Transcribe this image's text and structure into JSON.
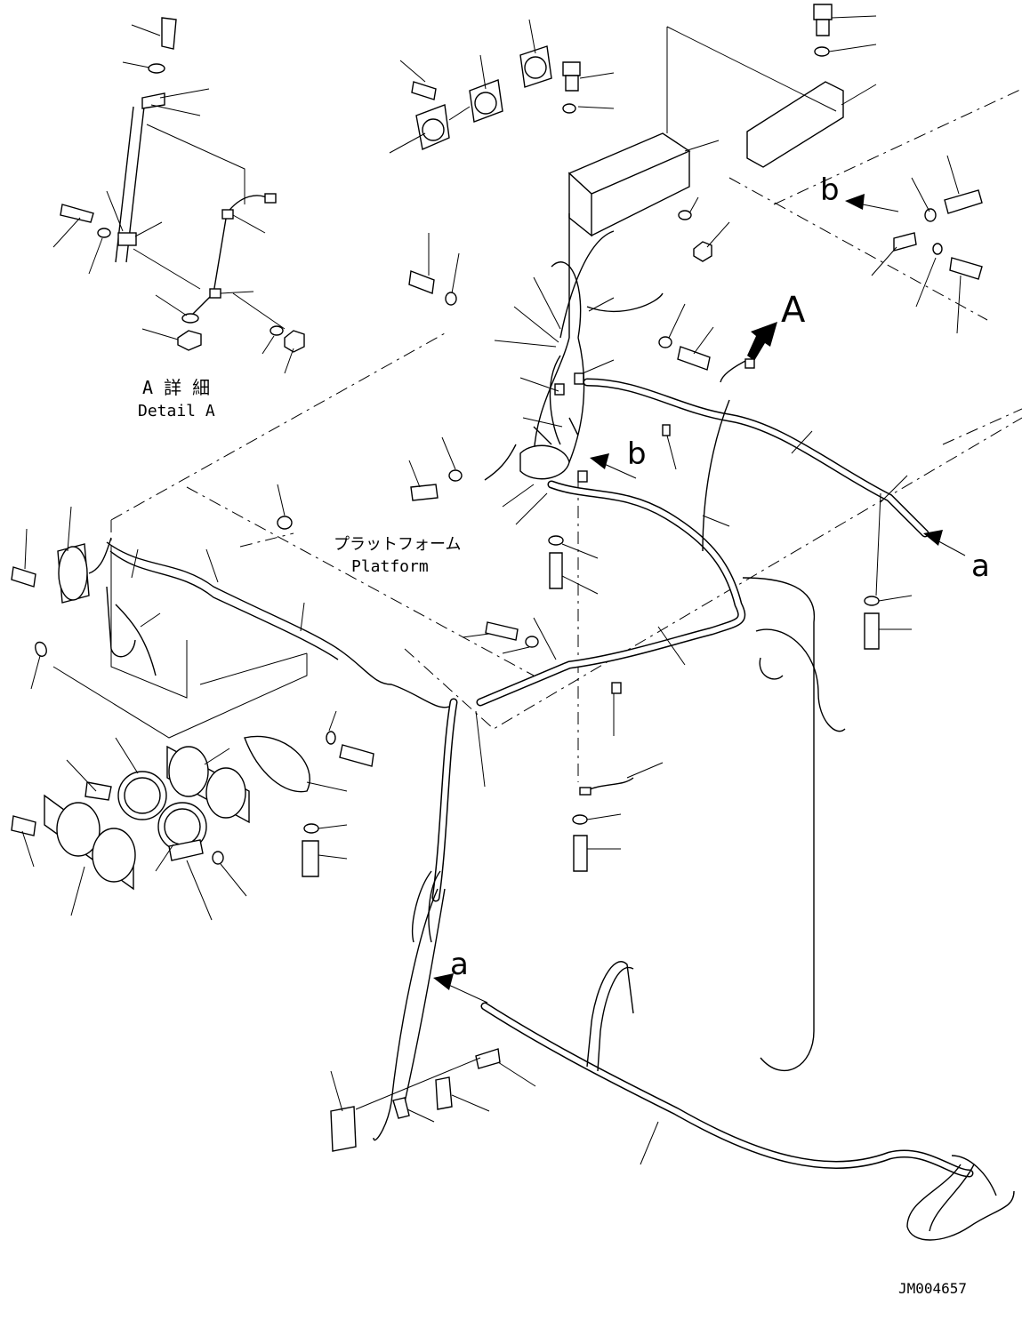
{
  "labels": {
    "detail_jp": "A 詳 細",
    "detail_en": "Detail A",
    "platform_jp": "プラットフォーム",
    "platform_en": "Platform",
    "view_A": "A",
    "ref_b_top": "b",
    "ref_b_mid": "b",
    "ref_a_right": "a",
    "ref_a_bottom": "a",
    "drawing_number": "JM004657"
  },
  "icons": {
    "view_arrow": "bold-arrow-icon",
    "direction_arrow": "arrow-icon"
  }
}
